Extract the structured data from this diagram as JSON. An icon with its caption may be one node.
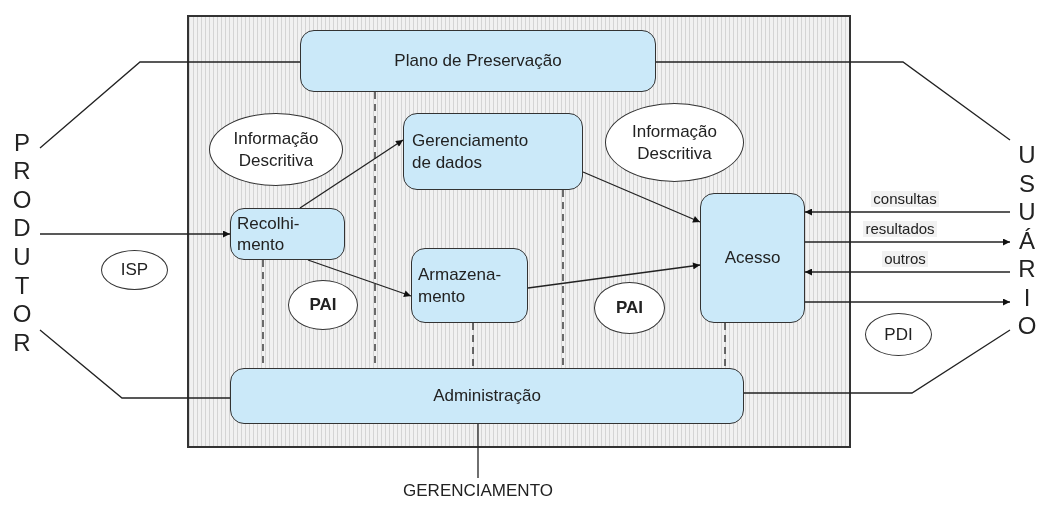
{
  "diagram": {
    "nodes": [
      {
        "text": [],
        "shape": "box"
      },
      {
        "text": [
          "Plano de Preservação"
        ],
        "in": 0
      },
      {
        "text": [
          "Informação Descritiva"
        ],
        "in": 0
      },
      {
        "text": [
          "Gerenciamento de dados"
        ],
        "in": 0
      },
      {
        "text": [
          "Informação Descritiva"
        ],
        "in": 0
      },
      {
        "text": [
          "Recolhi- mento"
        ],
        "in": 0
      },
      {
        "text": [
          "ISP"
        ]
      },
      {
        "text": [
          "Armazena- mento"
        ],
        "in": 0
      },
      {
        "text": [
          "Acesso"
        ],
        "in": 0
      },
      {
        "text": [
          "PAI"
        ],
        "in": 0
      },
      {
        "text": [
          "PAI"
        ],
        "in": 0
      },
      {
        "text": [
          "PDI"
        ]
      },
      {
        "text": [
          "Administração"
        ],
        "in": 0
      },
      {
        "text": [
          "PRODUTOR"
        ]
      },
      {
        "text": [
          "USUÁRIO"
        ]
      },
      {
        "text": [
          "GERENCIAMENTO"
        ]
      }
    ],
    "edges": [
      {
        "from": 13,
        "to": 5,
        "arrow": "to"
      },
      {
        "from": 5,
        "to": 3,
        "arrow": "to"
      },
      {
        "from": 5,
        "to": 7,
        "arrow": "to"
      },
      {
        "from": 3,
        "to": 8,
        "arrow": "to"
      },
      {
        "from": 7,
        "to": 8,
        "arrow": "to"
      },
      {
        "from": 14,
        "to": 8,
        "arrow": "to",
        "label": "consultas"
      },
      {
        "from": 8,
        "to": 14,
        "arrow": "to",
        "label": "resultados"
      },
      {
        "from": 14,
        "to": 8,
        "arrow": "to",
        "label": "outros"
      },
      {
        "from": 8,
        "to": 14,
        "arrow": "to"
      },
      {
        "from": 13,
        "to": 1,
        "arrow": "none"
      },
      {
        "from": 13,
        "to": 12,
        "arrow": "none"
      },
      {
        "from": 1,
        "to": 14,
        "arrow": "none"
      },
      {
        "from": 12,
        "to": 14,
        "arrow": "none"
      },
      {
        "from": 12,
        "to": 15,
        "arrow": "none"
      },
      {
        "from": 1,
        "to": 12,
        "arrow": "none",
        "style": "dashed"
      },
      {
        "from": 5,
        "to": 12,
        "arrow": "none",
        "style": "dashed"
      },
      {
        "from": 3,
        "to": 12,
        "arrow": "none",
        "style": "dashed"
      },
      {
        "from": 7,
        "to": 12,
        "arrow": "none",
        "style": "dashed"
      },
      {
        "from": 8,
        "to": 12,
        "arrow": "none",
        "style": "dashed"
      }
    ]
  }
}
